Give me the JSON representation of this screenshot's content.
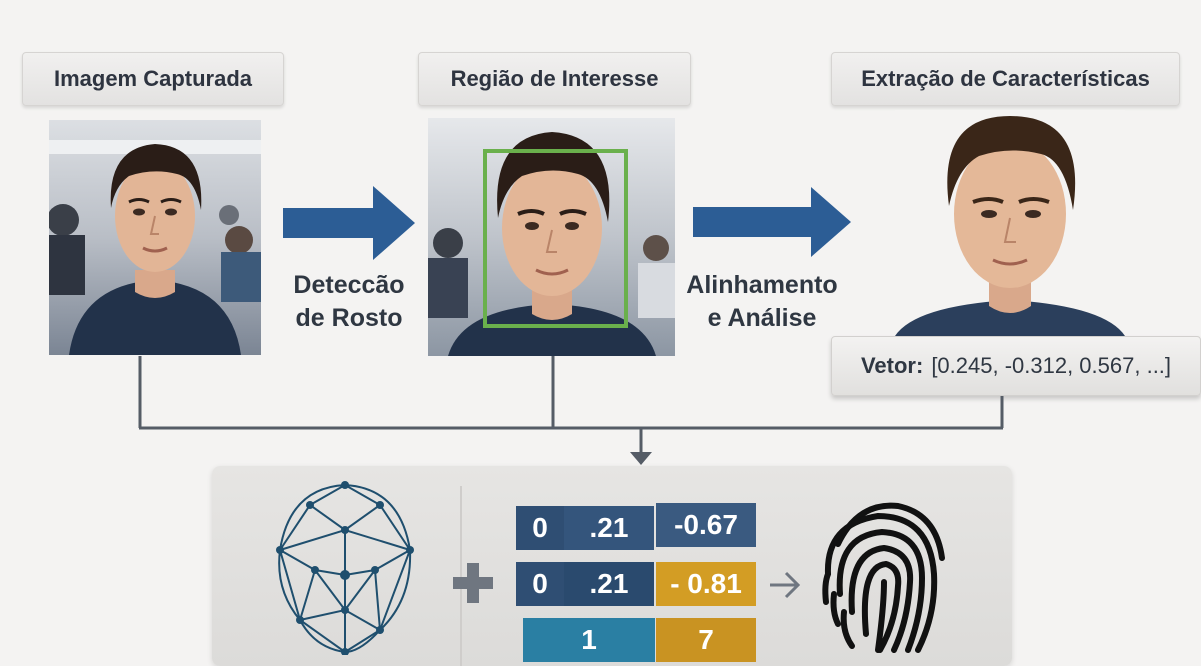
{
  "labels": {
    "captured": "Imagem Capturada",
    "roi": "Região de Interesse",
    "features": "Extração de Características"
  },
  "steps": {
    "detection_line1": "Deteccão",
    "detection_line2": "de Rosto",
    "alignment_line1": "Alinhamento",
    "alignment_line2": "e Análise"
  },
  "vector": {
    "key": "Vetor:",
    "value": "[0.245, -0.312, 0.567, ...]"
  },
  "matrix": {
    "r1c1": "0",
    "r1c2": ".21",
    "r1c3": "-0.67",
    "r2c1": "0",
    "r2c2": ".21",
    "r2c3": "- 0.81",
    "r3c2": "1",
    "r3c3": "7"
  },
  "colors": {
    "arrow": "#2c5d95",
    "connector": "#555c66",
    "roi_box": "#6ab04c",
    "matrix_navy": "#2f4e73",
    "matrix_gold": "#d39d24",
    "matrix_teal": "#2a7fa3"
  },
  "icons": {
    "plus": "plus-icon",
    "to": "arrow-right-icon",
    "mesh": "face-mesh-icon",
    "print": "fingerprint-icon"
  }
}
